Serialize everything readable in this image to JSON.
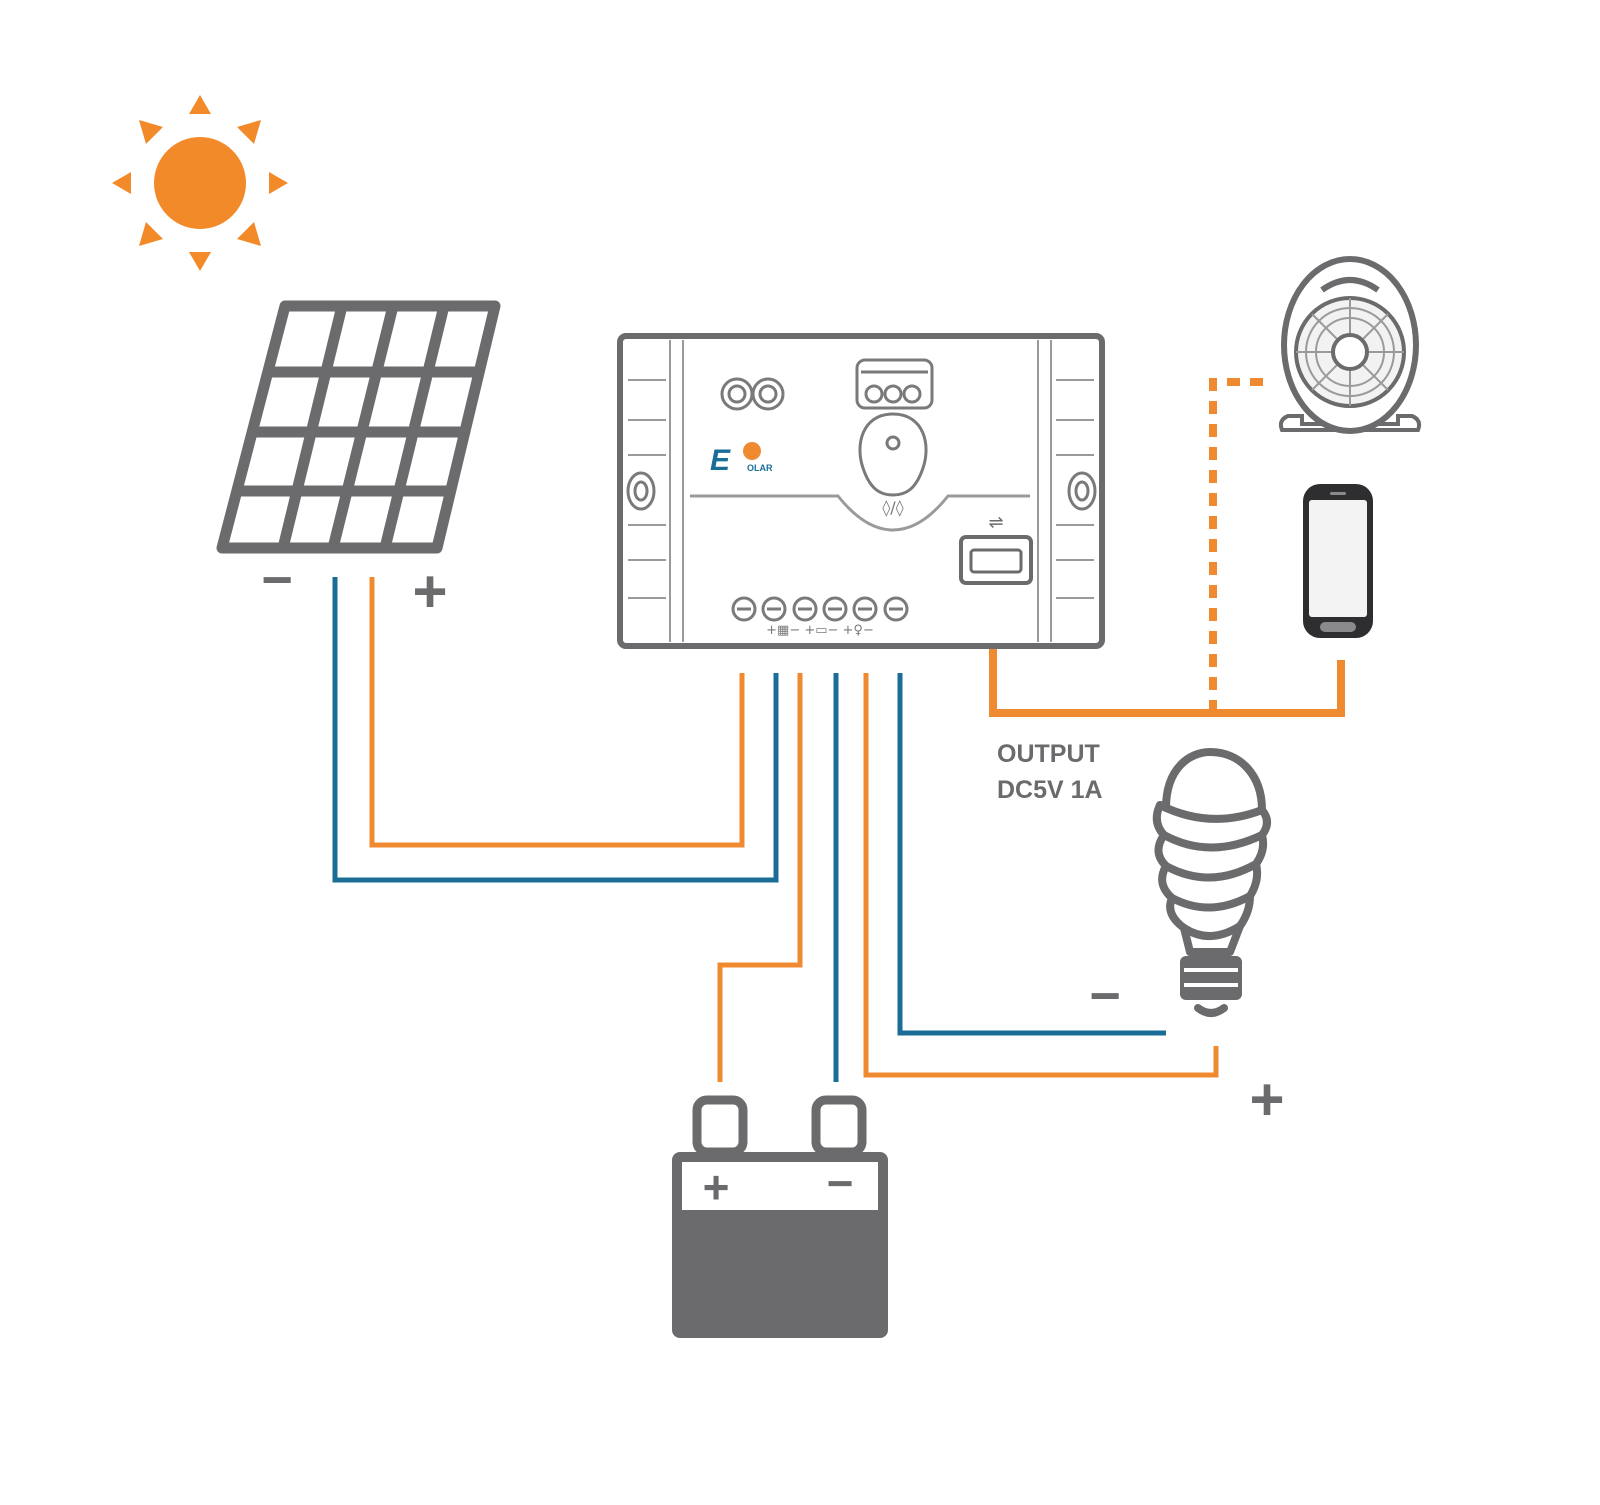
{
  "colors": {
    "orange": "#f08a30",
    "blue": "#1a6d96",
    "gray": "#6b6b6e",
    "sun": "#f28a2a",
    "background": "#ffffff"
  },
  "output": {
    "line1": "OUTPUT",
    "line2": "DC5V 1A"
  },
  "panel": {
    "minus": "−",
    "plus": "+"
  },
  "battery": {
    "plus": "+",
    "minus": "−"
  },
  "bulb": {
    "minus": "−",
    "plus": "+"
  },
  "controller": {
    "logo_letter": "E",
    "logo_text": "OLAR",
    "terminal_symbols": "+▦−  +▭−  +♀−",
    "button_symbol": "◊/◊",
    "usb_symbol": "⇌"
  },
  "icons": {
    "sun": "sun-icon",
    "solar_panel": "solar-panel-icon",
    "controller": "charge-controller-icon",
    "fan": "fan-icon",
    "phone": "smartphone-icon",
    "bulb": "light-bulb-icon",
    "battery": "battery-icon",
    "usb": "usb-icon"
  }
}
